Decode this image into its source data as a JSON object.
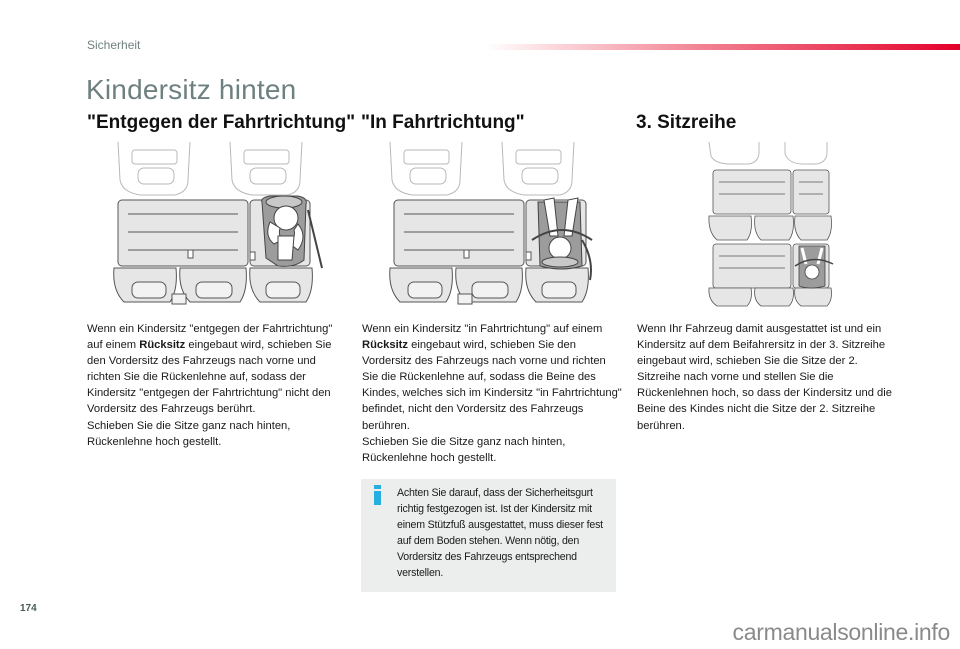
{
  "header": {
    "section": "Sicherheit",
    "rule_color_end": "#e4002b"
  },
  "page_title": "Kindersitz hinten",
  "columns": [
    {
      "heading": "\"Entgegen der Fahrtrichtung\"",
      "illustration": "rear-seat-rearward-facing-child-seat",
      "text_parts": [
        "Wenn ein Kindersitz \"entgegen der Fahrtrichtung\" auf einem ",
        "Rücksitz",
        " eingebaut wird, schieben Sie den Vordersitz des Fahrzeugs nach vorne und richten Sie die Rückenlehne auf, sodass der Kindersitz \"entgegen der Fahrtrichtung\" nicht den Vordersitz des Fahrzeugs berührt.",
        "Schieben Sie die Sitze ganz nach hinten, Rückenlehne hoch gestellt."
      ]
    },
    {
      "heading": "\"In Fahrtrichtung\"",
      "illustration": "rear-seat-forward-facing-child-seat",
      "text_parts": [
        "Wenn ein Kindersitz \"in Fahrtrichtung\" auf einem ",
        "Rücksitz",
        " eingebaut wird, schieben Sie den Vordersitz des Fahrzeugs nach vorne und richten Sie die Rückenlehne auf, sodass die Beine des Kindes, welches sich im Kindersitz \"in Fahrtrichtung\" befindet, nicht den Vordersitz des Fahrzeugs berühren.",
        "Schieben Sie die Sitze ganz nach hinten, Rückenlehne hoch gestellt."
      ]
    },
    {
      "heading": "3. Sitzreihe",
      "illustration": "third-row-child-seat",
      "text": "Wenn Ihr Fahrzeug damit ausgestattet ist und ein Kindersitz auf dem Beifahrersitz in der 3. Sitzreihe eingebaut wird, schieben Sie die Sitze der 2. Sitzreihe nach vorne und stellen Sie die Rückenlehnen hoch, so dass der Kindersitz und die Beine des Kindes nicht die Sitze der 2. Sitzreihe berühren."
    }
  ],
  "note": {
    "icon": "info-icon",
    "icon_color": "#27aee0",
    "text": "Achten Sie darauf, dass der Sicherheitsgurt richtig festgezogen ist. Ist der Kindersitz mit einem Stützfuß ausgestattet, muss dieser fest auf dem Boden stehen. Wenn nötig, den Vordersitz des Fahrzeugs entsprechend verstellen."
  },
  "footer": {
    "page_number": "174",
    "watermark": "carmanualsonline.info"
  }
}
